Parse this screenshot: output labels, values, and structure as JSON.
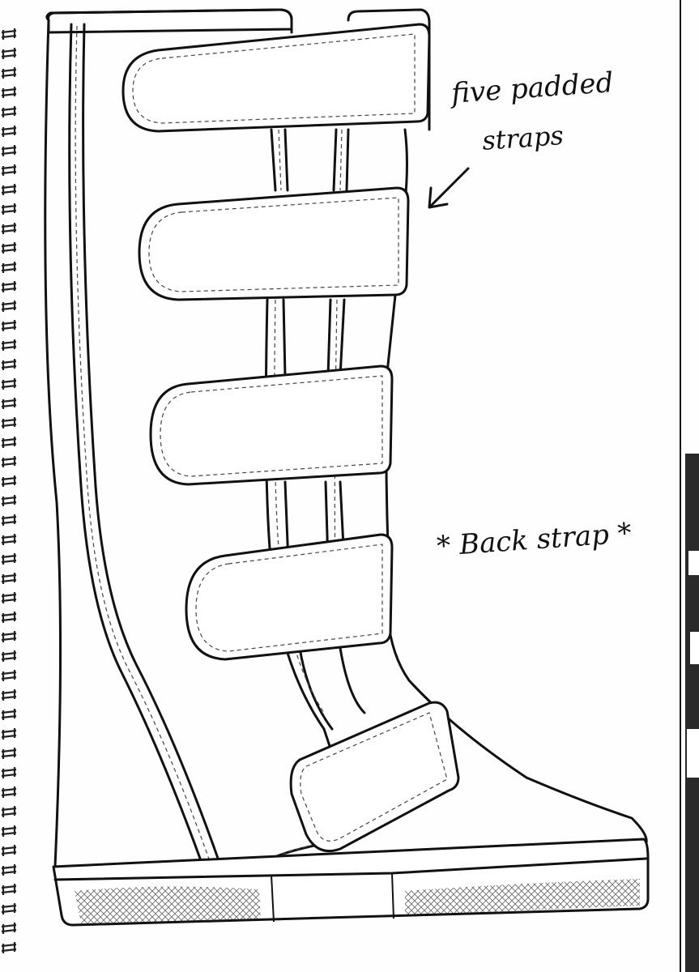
{
  "annotations": {
    "straps_line1": "five padded",
    "straps_line2": "straps",
    "back_strap": "* Back strap *"
  },
  "icons": [
    "spiral-binding",
    "arrow",
    "boot-sketch"
  ],
  "colors": {
    "ink": "#111111",
    "paper": "#fefefe",
    "binding": "#222222"
  }
}
